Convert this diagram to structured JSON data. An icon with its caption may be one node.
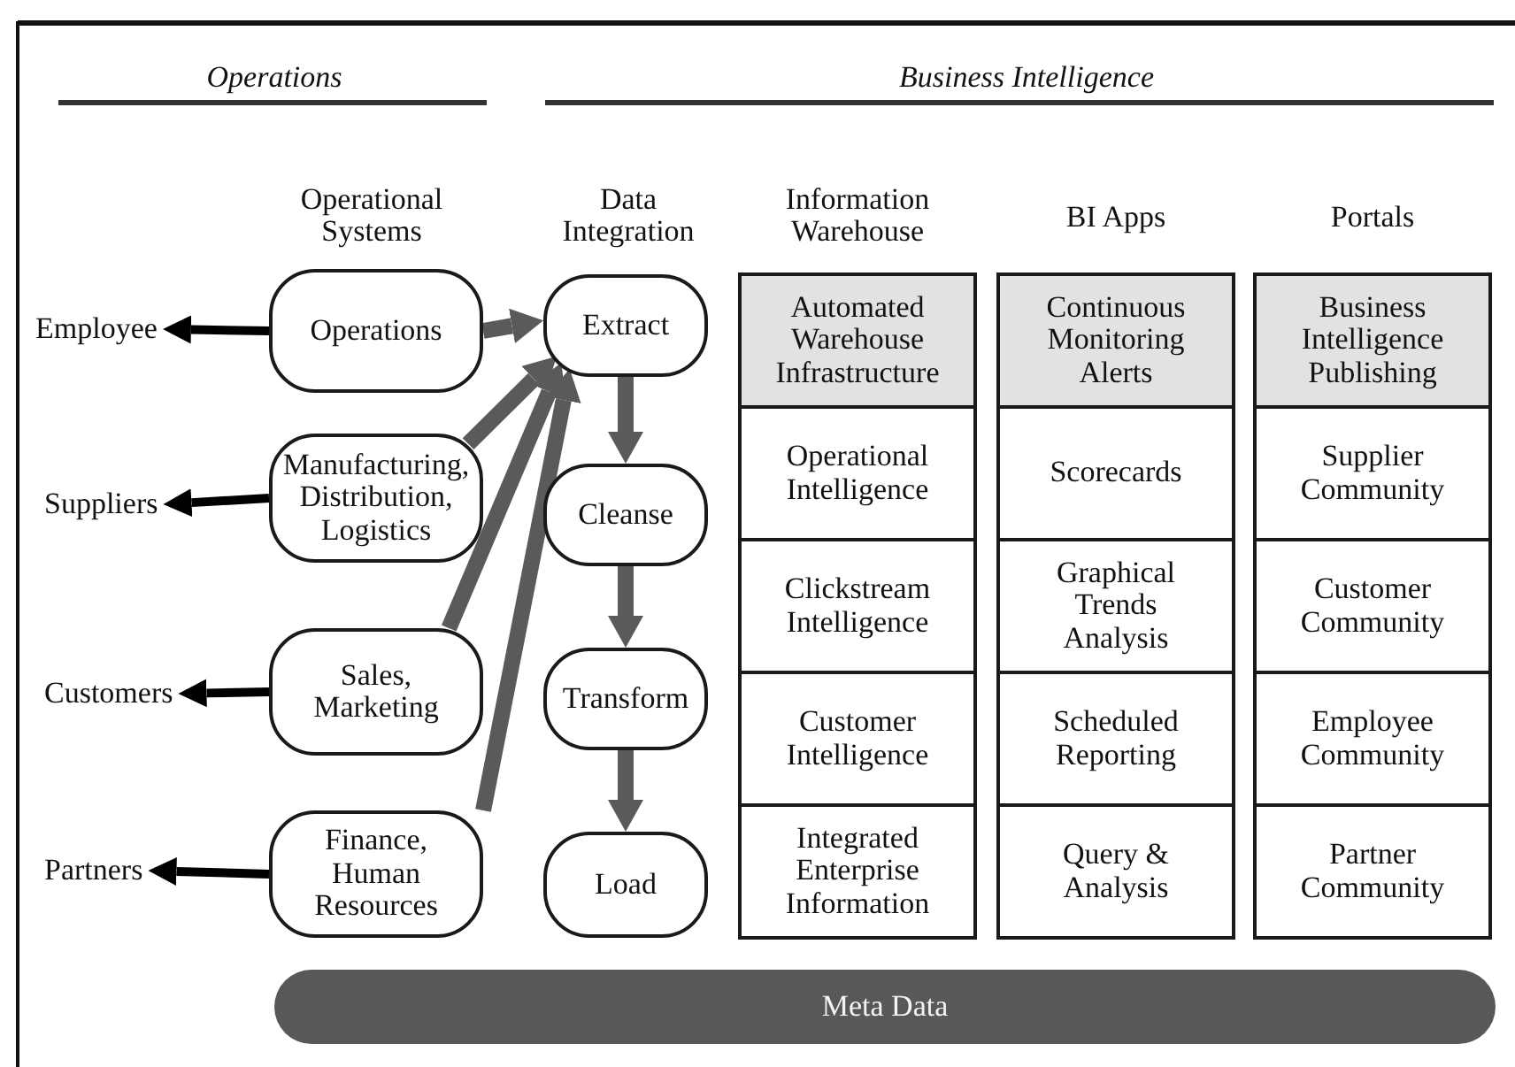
{
  "diagram": {
    "nodes": [
      {
        "text": [
          "Employee"
        ]
      },
      {
        "text": [
          "Operations"
        ]
      },
      {
        "text": [
          "Suppliers"
        ]
      },
      {
        "text": [
          "Manufacturing, Distribution, Logistics"
        ]
      },
      {
        "text": [
          "Customers"
        ]
      },
      {
        "text": [
          "Sales, Marketing"
        ]
      },
      {
        "text": [
          "Partners"
        ]
      },
      {
        "text": [
          "Finance, Human Resources"
        ]
      },
      {
        "text": [
          "Extract"
        ]
      },
      {
        "text": [
          "Cleanse"
        ]
      },
      {
        "text": [
          "Transform"
        ]
      },
      {
        "text": [
          "Load"
        ]
      },
      {
        "text": [
          "Automated Warehouse Infrastructure"
        ]
      },
      {
        "text": [
          "Operational Intelligence"
        ]
      },
      {
        "text": [
          "Clickstream Intelligence"
        ]
      },
      {
        "text": [
          "Customer Intelligence"
        ]
      },
      {
        "text": [
          "Integrated Enterprise Information"
        ]
      },
      {
        "text": [
          "Continuous Monitoring Alerts"
        ]
      },
      {
        "text": [
          "Scorecards"
        ]
      },
      {
        "text": [
          "Graphical Trends Analysis"
        ]
      },
      {
        "text": [
          "Scheduled Reporting"
        ]
      },
      {
        "text": [
          "Query & Analysis"
        ]
      },
      {
        "text": [
          "Business Intelligence Publishing"
        ]
      },
      {
        "text": [
          "Supplier Community"
        ]
      },
      {
        "text": [
          "Customer Community"
        ]
      },
      {
        "text": [
          "Employee Community"
        ]
      },
      {
        "text": [
          "Partner Community"
        ]
      },
      {
        "text": [
          "Meta Data"
        ]
      }
    ],
    "edges": [
      {
        "from": 1,
        "to": 0,
        "arrow": "to",
        "color": "#000000"
      },
      {
        "from": 3,
        "to": 2,
        "arrow": "to",
        "color": "#000000"
      },
      {
        "from": 5,
        "to": 4,
        "arrow": "to",
        "color": "#000000"
      },
      {
        "from": 7,
        "to": 6,
        "arrow": "to",
        "color": "#000000"
      },
      {
        "from": 1,
        "to": 8,
        "arrow": "to"
      },
      {
        "from": 3,
        "to": 8,
        "arrow": "to"
      },
      {
        "from": 5,
        "to": 8,
        "arrow": "to"
      },
      {
        "from": 7,
        "to": 8,
        "arrow": "to"
      },
      {
        "from": 8,
        "to": 9,
        "arrow": "to"
      },
      {
        "from": 9,
        "to": 10,
        "arrow": "to"
      },
      {
        "from": 10,
        "to": 11,
        "arrow": "to"
      }
    ],
    "labels": [
      "Operations",
      "Business Intelligence",
      "Operational Systems",
      "Data Integration",
      "Information Warehouse",
      "BI Apps",
      "Portals"
    ]
  }
}
